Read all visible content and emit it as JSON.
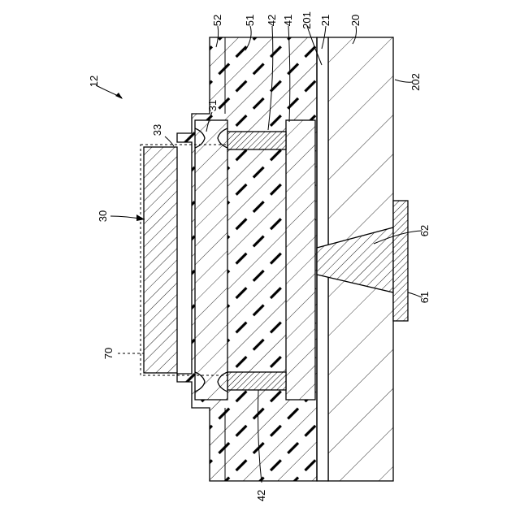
{
  "figure": {
    "labels": {
      "ref_12": "12",
      "ref_52": "52",
      "ref_51": "51",
      "ref_42_top": "42",
      "ref_41": "41",
      "ref_201": "201",
      "ref_21": "21",
      "ref_20": "20",
      "ref_202": "202",
      "ref_31": "31",
      "ref_33": "33",
      "ref_30": "30",
      "ref_62": "62",
      "ref_61": "61",
      "ref_70": "70",
      "ref_42_bottom": "42"
    }
  }
}
